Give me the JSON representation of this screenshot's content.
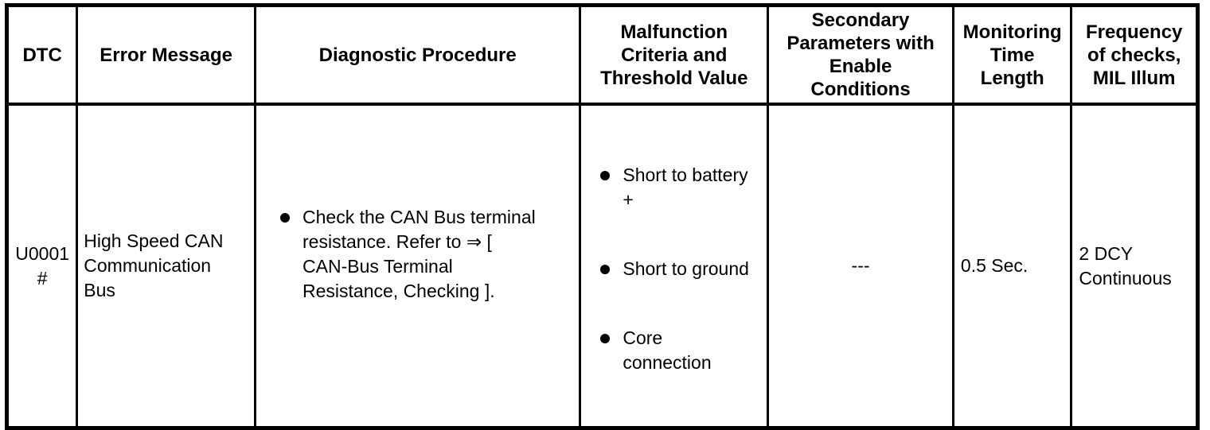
{
  "table": {
    "colors": {
      "border": "#000000",
      "text": "#000000",
      "background": "#ffffff"
    },
    "headers": [
      "DTC",
      "Error Message",
      "Diagnostic Procedure",
      "Malfunction\nCriteria and\nThreshold Value",
      "Secondary\nParameters with\nEnable\nConditions",
      "Monitoring\nTime\nLength",
      "Frequency\nof checks,\nMIL Illum"
    ],
    "row": {
      "dtc": "U0001\n#",
      "error_message": "High Speed CAN\nCommunication\nBus",
      "diagnostic_procedure_items": [
        "Check the CAN Bus terminal\nresistance. Refer to ⇒ [\nCAN-Bus Terminal\nResistance, Checking ]."
      ],
      "malfunction_criteria_items": [
        "Short to battery\n+",
        "Short to ground",
        "Core\nconnection"
      ],
      "secondary_parameters": "---",
      "monitoring_time": "0.5 Sec.",
      "frequency": "2 DCY\nContinuous"
    }
  }
}
